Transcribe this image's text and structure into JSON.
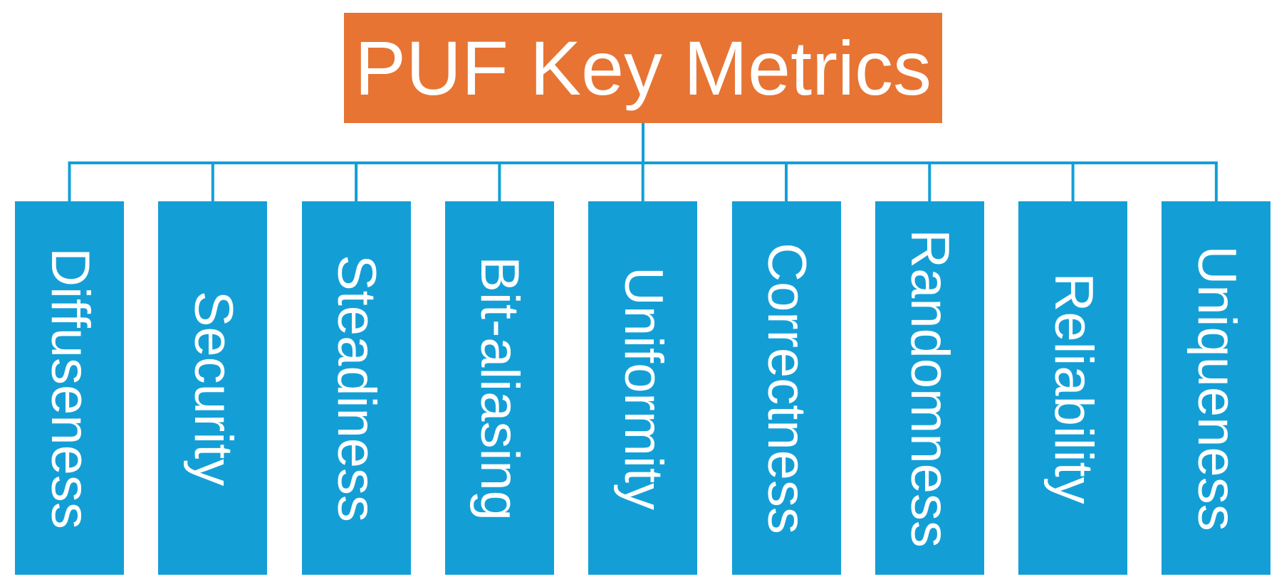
{
  "root": {
    "label": "PUF Key Metrics"
  },
  "metrics": [
    "Diffuseness",
    "Security",
    "Steadiness",
    "Bit-aliasing",
    "Uniformity",
    "Correctness",
    "Randomness",
    "Reliability",
    "Uniqueness"
  ],
  "colors": {
    "root_fill": "#E77433",
    "leaf_fill": "#139FD6",
    "connector": "#139FD6",
    "text": "#FFFFFF"
  }
}
